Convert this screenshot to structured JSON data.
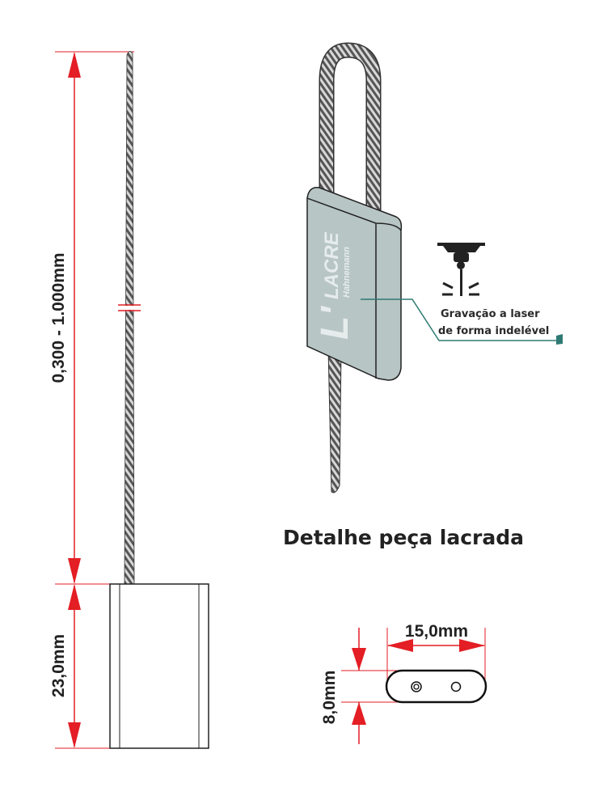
{
  "dimensions": {
    "cable_length": "0,300 - 1.000mm",
    "body_height": "23,0mm",
    "body_width": "15,0mm",
    "body_depth": "8,0mm"
  },
  "seal_logo": {
    "brand": "LACRE",
    "sub": "Hahnemann",
    "initial": "L'"
  },
  "callout": {
    "line1": "Gravação a laser",
    "line2": "de forma indelével"
  },
  "detail_title": "Detalhe peça lacrada",
  "colors": {
    "dimension": "#e31e24",
    "seal_face": "#b7c5c4",
    "leader": "#2e7a72"
  }
}
